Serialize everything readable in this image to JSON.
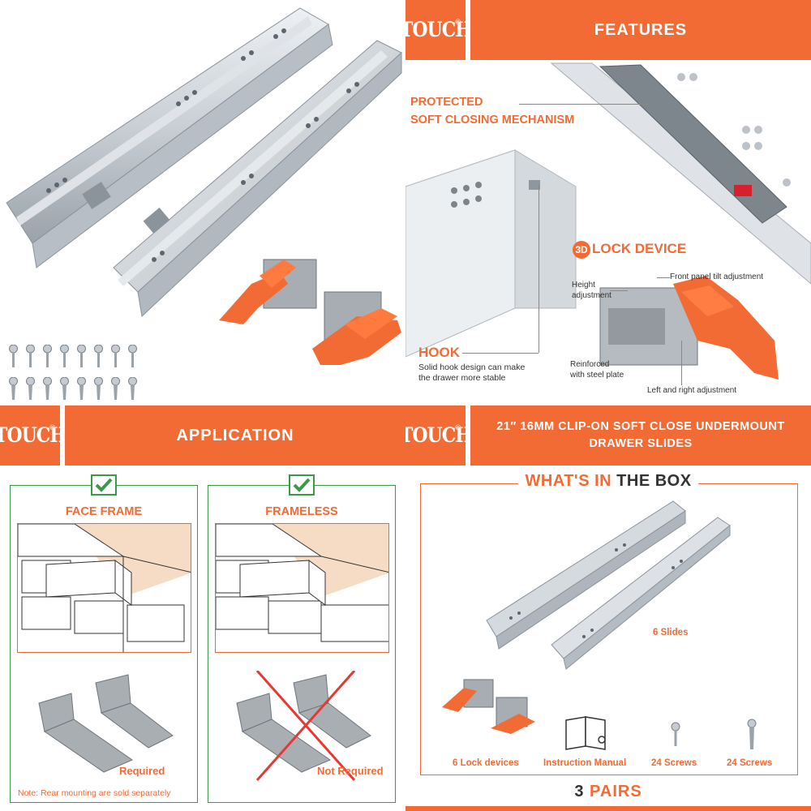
{
  "brand": {
    "logo": "TOUCH",
    "registered": "®",
    "accent": "#f26b35",
    "check_color": "#3a9a4a"
  },
  "features": {
    "title": "FEATURES",
    "protected_line1": "PROTECTED",
    "protected_line2": "SOFT CLOSING MECHANISM",
    "lock_badge": "3D",
    "lock_title": "LOCK DEVICE",
    "height_line1": "Height",
    "height_line2": "adjustment",
    "front_tilt": "Front panel tilt adjustment",
    "reinforced_line1": "Reinforced",
    "reinforced_line2": "with steel plate",
    "left_right": "Left and right adjustment",
    "hook_title": "HOOK",
    "hook_line1": "Solid hook design can make",
    "hook_line2": "the drawer more stable"
  },
  "application": {
    "title": "APPLICATION",
    "left_title": "FACE FRAME",
    "right_title": "FRAMELESS",
    "left_req": "Required",
    "right_req": "Not Required",
    "note": "Note: Rear mounting are sold separately"
  },
  "box": {
    "title_line1": "21″ 16MM CLIP-ON SOFT CLOSE UNDERMOUNT",
    "title_line2": "DRAWER SLIDES",
    "whats_in": "WHAT'S IN",
    "the_box": "THE BOX",
    "slides": "6 Slides",
    "lock_devices": "6 Lock devices",
    "manual": "Instruction Manual",
    "screws_a": "24 Screws",
    "screws_b": "24 Screws",
    "pairs_num": "3",
    "pairs_word": "PAIRS"
  }
}
